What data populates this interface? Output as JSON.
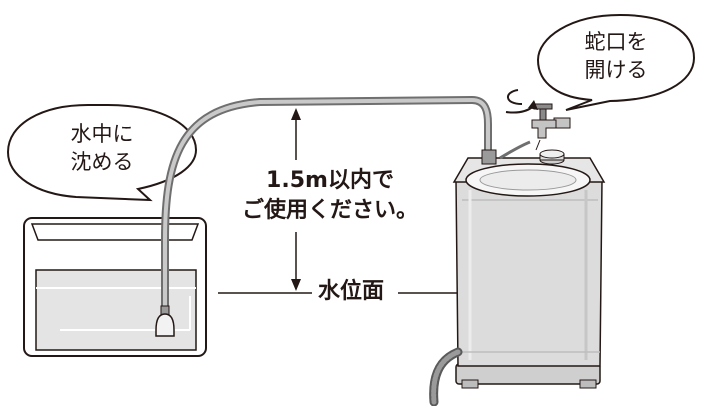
{
  "left_bubble": {
    "line1": "水中に",
    "line2": "沈める"
  },
  "right_bubble": {
    "line1": "蛇口を",
    "line2": "開ける"
  },
  "height_note": {
    "line1": "1.5m以内で",
    "line2": "ご使用ください。"
  },
  "water_level_label": "水位面",
  "colors": {
    "line": "#231815",
    "hose_outer": "#6f6f6f",
    "hose_inner": "#c9c9c9",
    "water": "#e4e4e4",
    "machine_body": "#dcdcdc",
    "machine_dark": "#bdbdbd"
  }
}
